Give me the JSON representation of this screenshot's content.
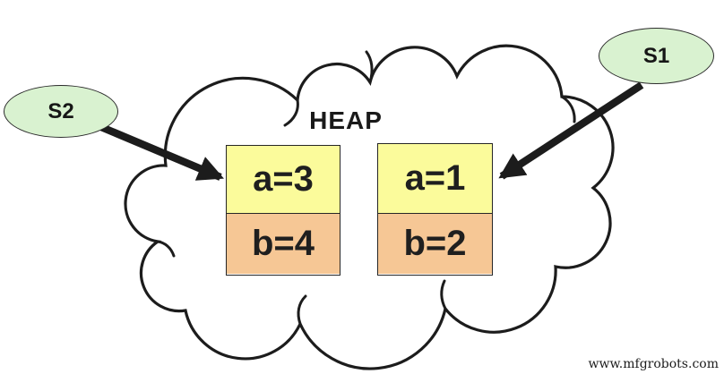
{
  "diagram": {
    "heap_label": "HEAP",
    "stack_refs": [
      {
        "label": "S2"
      },
      {
        "label": "S1"
      }
    ],
    "objects": [
      {
        "fields": [
          "a=3",
          "b=4"
        ]
      },
      {
        "fields": [
          "a=1",
          "b=2"
        ]
      }
    ],
    "arrows": [
      {
        "from": "S2",
        "to": "object-1"
      },
      {
        "from": "S1",
        "to": "object-2"
      }
    ],
    "watermark": "www.mfgrobots.com",
    "colors": {
      "stack_ref_fill": "#d9f2d0",
      "field_a_fill": "#fbfb9b",
      "field_b_fill": "#f6c795",
      "outline": "#1c1c1c",
      "cloud_fill": "#ffffff"
    }
  }
}
